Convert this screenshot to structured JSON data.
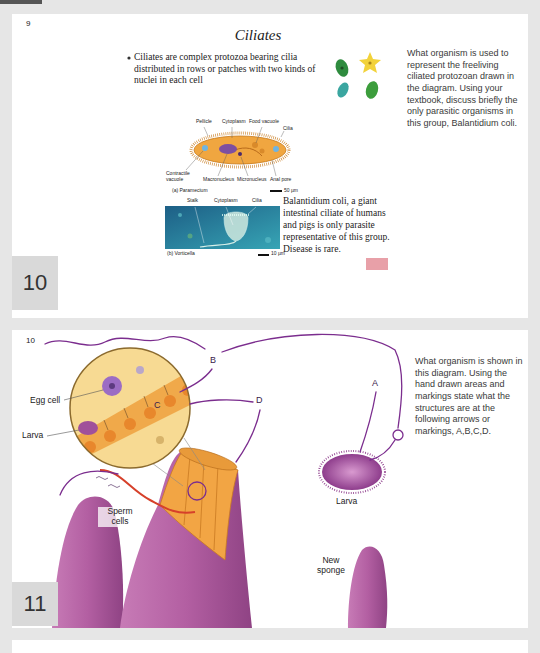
{
  "diagram": {
    "nodes": [
      {
        "text": [
          "10"
        ]
      },
      {
        "text": [
          "11"
        ]
      }
    ],
    "labels": [
      "9",
      "Ciliates",
      "Ciliates are complex protozoa bearing cilia distributed in rows or patches with two kinds of nuclei in each cell",
      "Pellicle",
      "Cytoplasm",
      "Food vacuole",
      "Cilia",
      "Contractile vacuole",
      "Macronucleus",
      "Micronucleus",
      "Anal pore",
      "(a) Paramecium",
      "50 µm",
      "Stalk",
      "Cytoplasm",
      "Cilia",
      "(b) Vorticella",
      "10 µm",
      "Balantidium coli, a giant intestinal ciliate of humans and pigs is only parasite representative of this group. Disease is rare.",
      "What organism is used to represent the freeliving ciliated protozoan drawn in the diagram. Using your textbook, discuss briefly the only parasitic organisms in this group, Balantidium coli.",
      "10",
      "Egg cell",
      "Larva",
      "Sperm cells",
      "Larva",
      "New sponge",
      "A",
      "B",
      "C",
      "D",
      "What organism is shown in this diagram. Using the hand drawn areas and markings state what the structures are at the following arrows or markings, A,B,C,D."
    ]
  }
}
